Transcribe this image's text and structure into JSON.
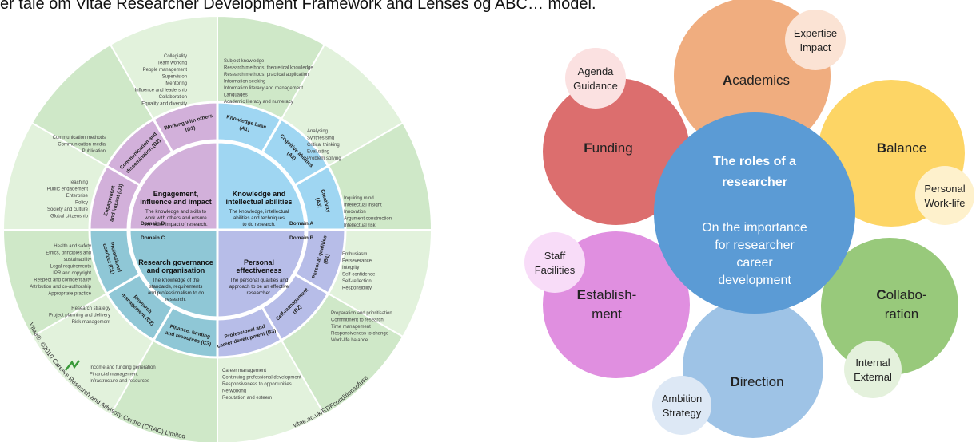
{
  "header": {
    "text": "er tale om Vitae Researcher Development Framework and Lenses og ABC… model."
  },
  "wheel": {
    "domains": [
      {
        "code": "Domain A",
        "title1": "Knowledge and",
        "title2": "intellectual abilities",
        "desc": [
          "The knowledge, intellectual",
          "abilities and techniques",
          "to do research."
        ]
      },
      {
        "code": "Domain B",
        "title1": "Personal",
        "title2": "effectiveness",
        "desc": [
          "The personal qualities and",
          "approach to be an effective",
          "researcher."
        ]
      },
      {
        "code": "Domain C",
        "title1": "Research governance",
        "title2": "and organisation",
        "desc": [
          "The knowledge of the",
          "standards, requirements",
          "and professionalism to do",
          "research."
        ]
      },
      {
        "code": "Domain D",
        "title1": "Engagement,",
        "title2": "influence and impact",
        "desc": [
          "The knowledge and skills to",
          "work with others and ensure",
          "the wider impact of research."
        ]
      }
    ],
    "sub_domains": [
      [
        "Knowledge base",
        "(A1)"
      ],
      [
        "Cognitive abilities",
        "(A2)"
      ],
      [
        "Creativity",
        "(A3)"
      ],
      [
        "Personal qualities",
        "(B1)"
      ],
      [
        "Self-management",
        "(B2)"
      ],
      [
        "Professional and",
        "career development (B3)"
      ],
      [
        "Finance, funding",
        "and resources (C3)"
      ],
      [
        "Research",
        "management (C2)"
      ],
      [
        "Professional",
        "conduct (C1)"
      ],
      [
        "Engagement",
        "and impact (D3)"
      ],
      [
        "Communication and",
        "dissemination (D2)"
      ],
      [
        "Working with others",
        "(D1)"
      ]
    ],
    "descriptors": {
      "A1": [
        "Subject knowledge",
        "Research methods: theoretical knowledge",
        "Research methods: practical application",
        "Information seeking",
        "Information literacy and management",
        "Languages",
        "Academic literacy and numeracy"
      ],
      "A2": [
        "Analysing",
        "Synthesising",
        "Critical thinking",
        "Evaluating",
        "Problem solving"
      ],
      "A3": [
        "Inquiring mind",
        "Intellectual insight",
        "Innovation",
        "Argument construction",
        "Intellectual risk"
      ],
      "B1": [
        "Enthusiasm",
        "Perseverance",
        "Integrity",
        "Self-confidence",
        "Self-reflection",
        "Responsibility"
      ],
      "B2": [
        "Preparation and prioritisation",
        "Commitment to research",
        "Time management",
        "Responsiveness to change",
        "Work-life balance"
      ],
      "B3": [
        "Career management",
        "Continuing professional development",
        "Responsiveness to opportunities",
        "Networking",
        "Reputation and esteem"
      ],
      "C3": [
        "Income and funding generation",
        "Financial management",
        "Infrastructure and resources"
      ],
      "C2": [
        "Research strategy",
        "Project planning and delivery",
        "Risk management"
      ],
      "C1": [
        "Health and safety",
        "Ethics, principles and",
        "sustainability",
        "Legal requirements",
        "IPR and copyright",
        "Respect and confidentiality",
        "Attribution and co-authorship",
        "Appropriate practice"
      ],
      "D3": [
        "Teaching",
        "Public engagement",
        "Enterprise",
        "Policy",
        "Society and culture",
        "Global citizenship"
      ],
      "D2": [
        "Communication methods",
        "Communication media",
        "Publication"
      ],
      "D1": [
        "Collegiality",
        "Team working",
        "People management",
        "Supervision",
        "Mentoring",
        "Influence and leadership",
        "Collaboration",
        "Equality and diversity"
      ]
    },
    "copyright": "Vitae®, ©2010 Careers Research and Advisory Centre (CRAC) Limited",
    "url": "vitae.ac.uk/RDFconditionsofuse",
    "colors": {
      "A": "#9fd6f2",
      "B": "#b7bde8",
      "C": "#8fc7d6",
      "D": "#d2b0da",
      "outer1": "#cfe8c8",
      "outer2": "#e2f2dc",
      "white": "#ffffff"
    }
  },
  "venn": {
    "center": {
      "title1": "The roles of a",
      "title2": "researcher",
      "sub": [
        "On the importance",
        "for researcher",
        "career",
        "development"
      ]
    },
    "petals": [
      {
        "initial": "A",
        "rest": "cademics",
        "color": "#f0ad7f"
      },
      {
        "initial": "B",
        "rest": "alance",
        "color": "#fdd565"
      },
      {
        "initial": "C",
        "rest": "ollabo-",
        "rest2": "ration",
        "color": "#98c97b"
      },
      {
        "initial": "D",
        "rest": "irection",
        "color": "#9ec3e6"
      },
      {
        "initial": "E",
        "rest": "stablish-",
        "rest2": "ment",
        "color": "#e08fe0"
      },
      {
        "initial": "F",
        "rest": "unding",
        "color": "#dc6e6e"
      }
    ],
    "bubbles": [
      {
        "l1": "Agenda",
        "l2": "Guidance",
        "color": "#fbe1e1"
      },
      {
        "l1": "Expertise",
        "l2": "Impact",
        "color": "#fbe3d4"
      },
      {
        "l1": "Personal",
        "l2": "Work-life",
        "color": "#fef1cc"
      },
      {
        "l1": "Internal",
        "l2": "External",
        "color": "#e4f1dc"
      },
      {
        "l1": "Ambition",
        "l2": "Strategy",
        "color": "#dde8f5"
      },
      {
        "l1": "Staff",
        "l2": "Facilities",
        "color": "#f8dcf8"
      }
    ],
    "center_color": "#5b9bd5"
  }
}
